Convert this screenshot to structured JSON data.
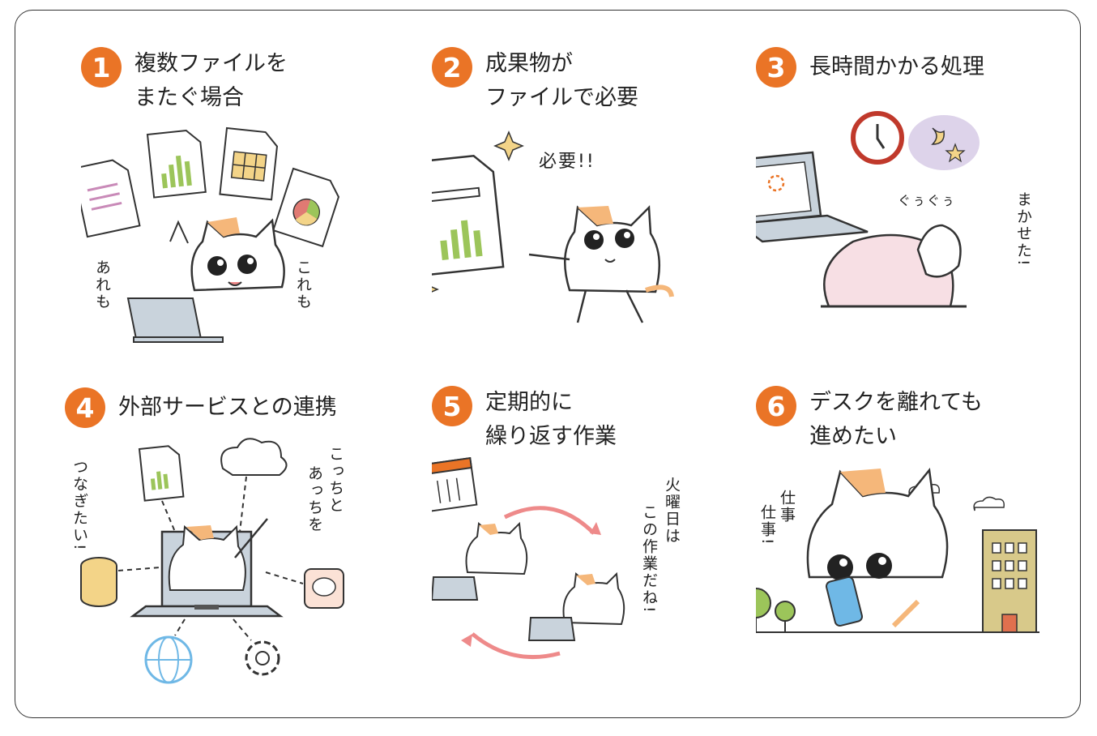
{
  "panels": [
    {
      "num": "1",
      "title": [
        "複数ファイルを",
        "またぐ場合"
      ],
      "notes": {
        "left": "あれも",
        "right": "これも"
      }
    },
    {
      "num": "2",
      "title": [
        "成果物が",
        "ファイルで必要"
      ],
      "notes": {
        "shout": "必要!!"
      }
    },
    {
      "num": "3",
      "title": [
        "長時間かかる処理"
      ],
      "notes": {
        "snore": "ぐぅぐぅ",
        "leave": "まかせた!"
      }
    },
    {
      "num": "4",
      "title": [
        "外部サービスとの連携"
      ],
      "notes": {
        "connect": "つなぎたい!",
        "here": "こっちと",
        "there": "あっちを"
      }
    },
    {
      "num": "5",
      "title": [
        "定期的に",
        "繰り返す作業"
      ],
      "notes": {
        "tuesday": "火曜日は",
        "task": "この作業だね!"
      }
    },
    {
      "num": "6",
      "title": [
        "デスクを離れても",
        "進めたい"
      ],
      "notes": {
        "work1": "仕事",
        "work2": "仕事!"
      }
    }
  ],
  "colors": {
    "accent": "#ea7426",
    "cat_orange": "#f5b77a",
    "green": "#9cc55a",
    "pink": "#f3b8c4",
    "gray": "#c9d3dc"
  }
}
